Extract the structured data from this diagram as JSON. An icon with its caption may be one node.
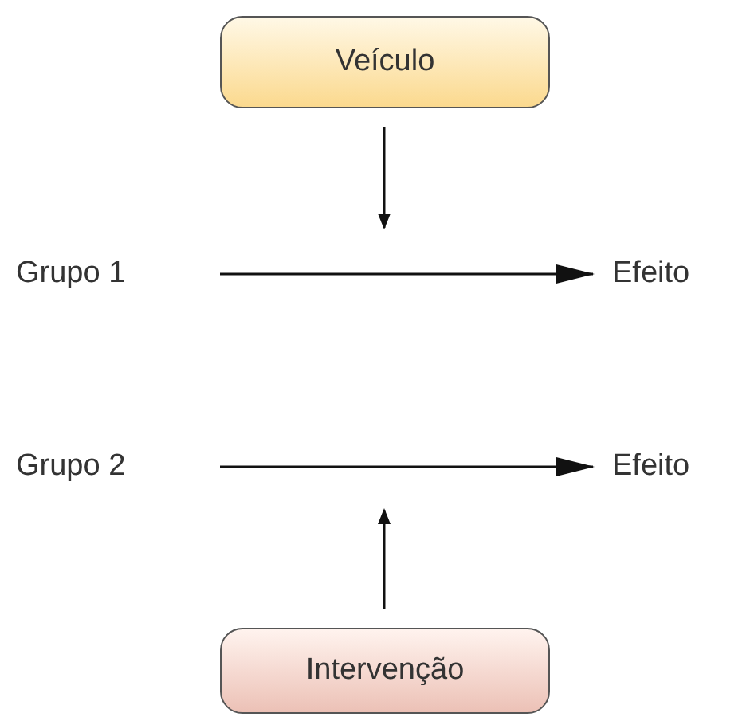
{
  "diagram": {
    "nodes": [
      {
        "text": [
          "Veículo"
        ]
      },
      {
        "text": [
          "Grupo 1"
        ]
      },
      {
        "text": [
          "Efeito"
        ]
      },
      {
        "text": [
          "Grupo 2"
        ]
      },
      {
        "text": [
          "Efeito"
        ]
      },
      {
        "text": [
          "Intervenção"
        ]
      }
    ],
    "edges": [
      {
        "from": 0,
        "to": null,
        "arrow": "to"
      },
      {
        "from": 1,
        "to": 2,
        "arrow": "to"
      },
      {
        "from": 3,
        "to": 4,
        "arrow": "to"
      },
      {
        "from": 5,
        "to": null,
        "arrow": "to"
      }
    ]
  }
}
